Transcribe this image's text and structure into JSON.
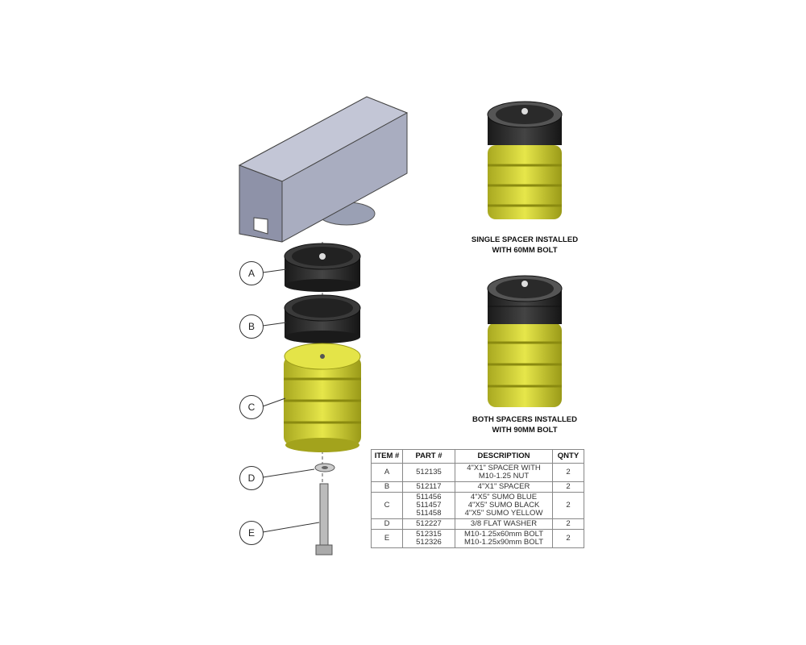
{
  "callouts": [
    "A",
    "B",
    "C",
    "D",
    "E"
  ],
  "captions": {
    "single": [
      "SINGLE SPACER INSTALLED",
      "WITH 60MM BOLT"
    ],
    "both": [
      "BOTH SPACERS INSTALLED",
      "WITH 90MM BOLT"
    ]
  },
  "table": {
    "headers": [
      "ITEM #",
      "PART #",
      "DESCRIPTION",
      "QNTY"
    ],
    "rows": [
      {
        "item": "A",
        "parts": [
          "512135"
        ],
        "desc": [
          "4\"X1\" SPACER WITH",
          "M10-1.25 NUT"
        ],
        "qty": "2"
      },
      {
        "item": "B",
        "parts": [
          "512117"
        ],
        "desc": [
          "4\"X1\" SPACER"
        ],
        "qty": "2"
      },
      {
        "item": "C",
        "parts": [
          "511456",
          "511457",
          "511458"
        ],
        "desc": [
          "4\"X5\" SUMO BLUE",
          "4\"X5\" SUMO BLACK",
          "4\"X5\" SUMO YELLOW"
        ],
        "qty": "2"
      },
      {
        "item": "D",
        "parts": [
          "512227"
        ],
        "desc": [
          "3/8 FLAT WASHER"
        ],
        "qty": "2"
      },
      {
        "item": "E",
        "parts": [
          "512315",
          "512326"
        ],
        "desc": [
          "M10-1.25x60mm BOLT",
          "M10-1.25x90mm BOLT"
        ],
        "qty": "2"
      }
    ]
  },
  "colors": {
    "yellow": "#d8d83a",
    "spacer": "#2a2a2a",
    "rail": "#a9adc0"
  }
}
